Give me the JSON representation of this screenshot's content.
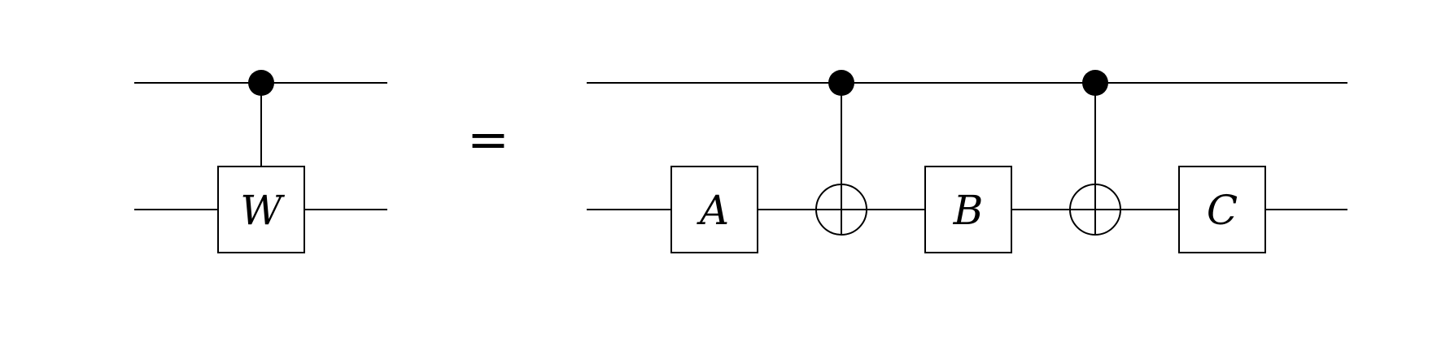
{
  "diagram": {
    "type": "quantum-circuit-identity",
    "equals_symbol": "=",
    "lhs": {
      "controlled_gate": "W"
    },
    "rhs": {
      "gates": [
        "A",
        "B",
        "C"
      ]
    },
    "colors": {
      "stroke": "#000000",
      "background": "#ffffff"
    }
  }
}
